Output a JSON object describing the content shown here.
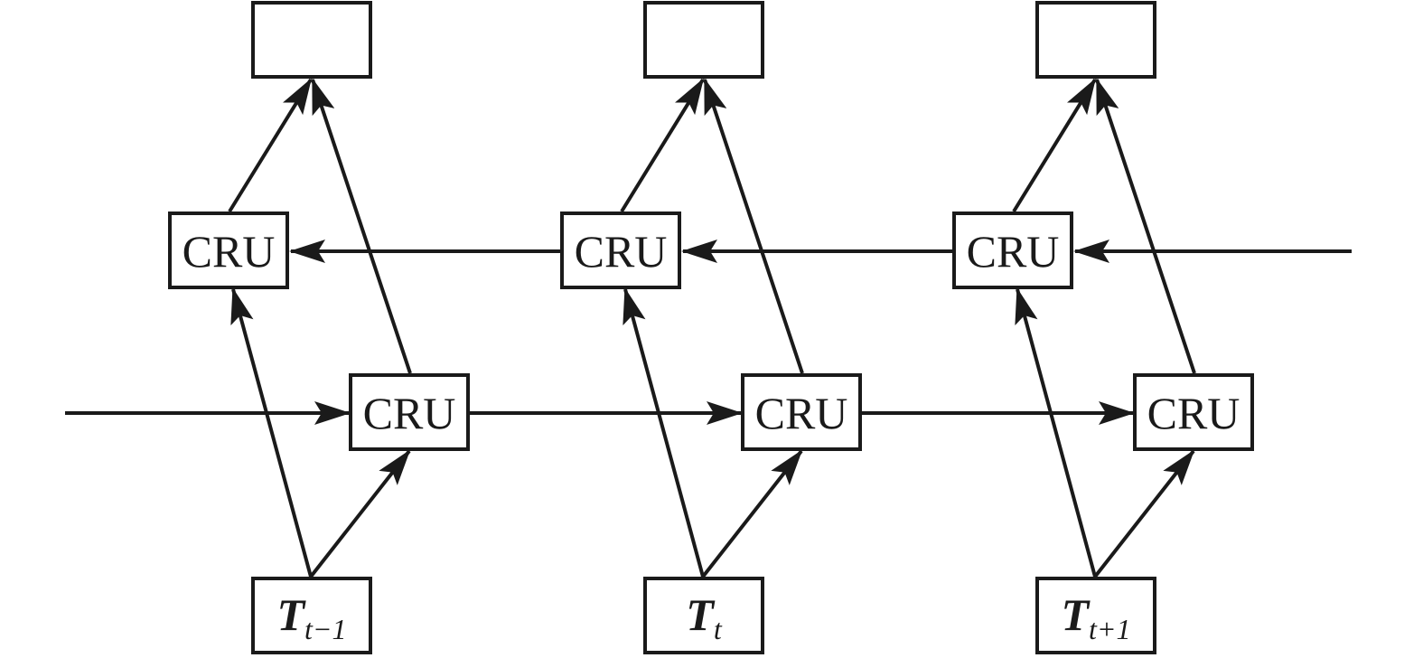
{
  "colors": {
    "stroke": "#1a1a1a",
    "background": "#ffffff"
  },
  "steps": [
    {
      "input_main": "T",
      "input_sub": "t−1",
      "backward_cell_label": "CRU",
      "forward_cell_label": "CRU",
      "output_label": ""
    },
    {
      "input_main": "T",
      "input_sub": "t",
      "backward_cell_label": "CRU",
      "forward_cell_label": "CRU",
      "output_label": ""
    },
    {
      "input_main": "T",
      "input_sub": "t+1",
      "backward_cell_label": "CRU",
      "forward_cell_label": "CRU",
      "output_label": ""
    }
  ]
}
